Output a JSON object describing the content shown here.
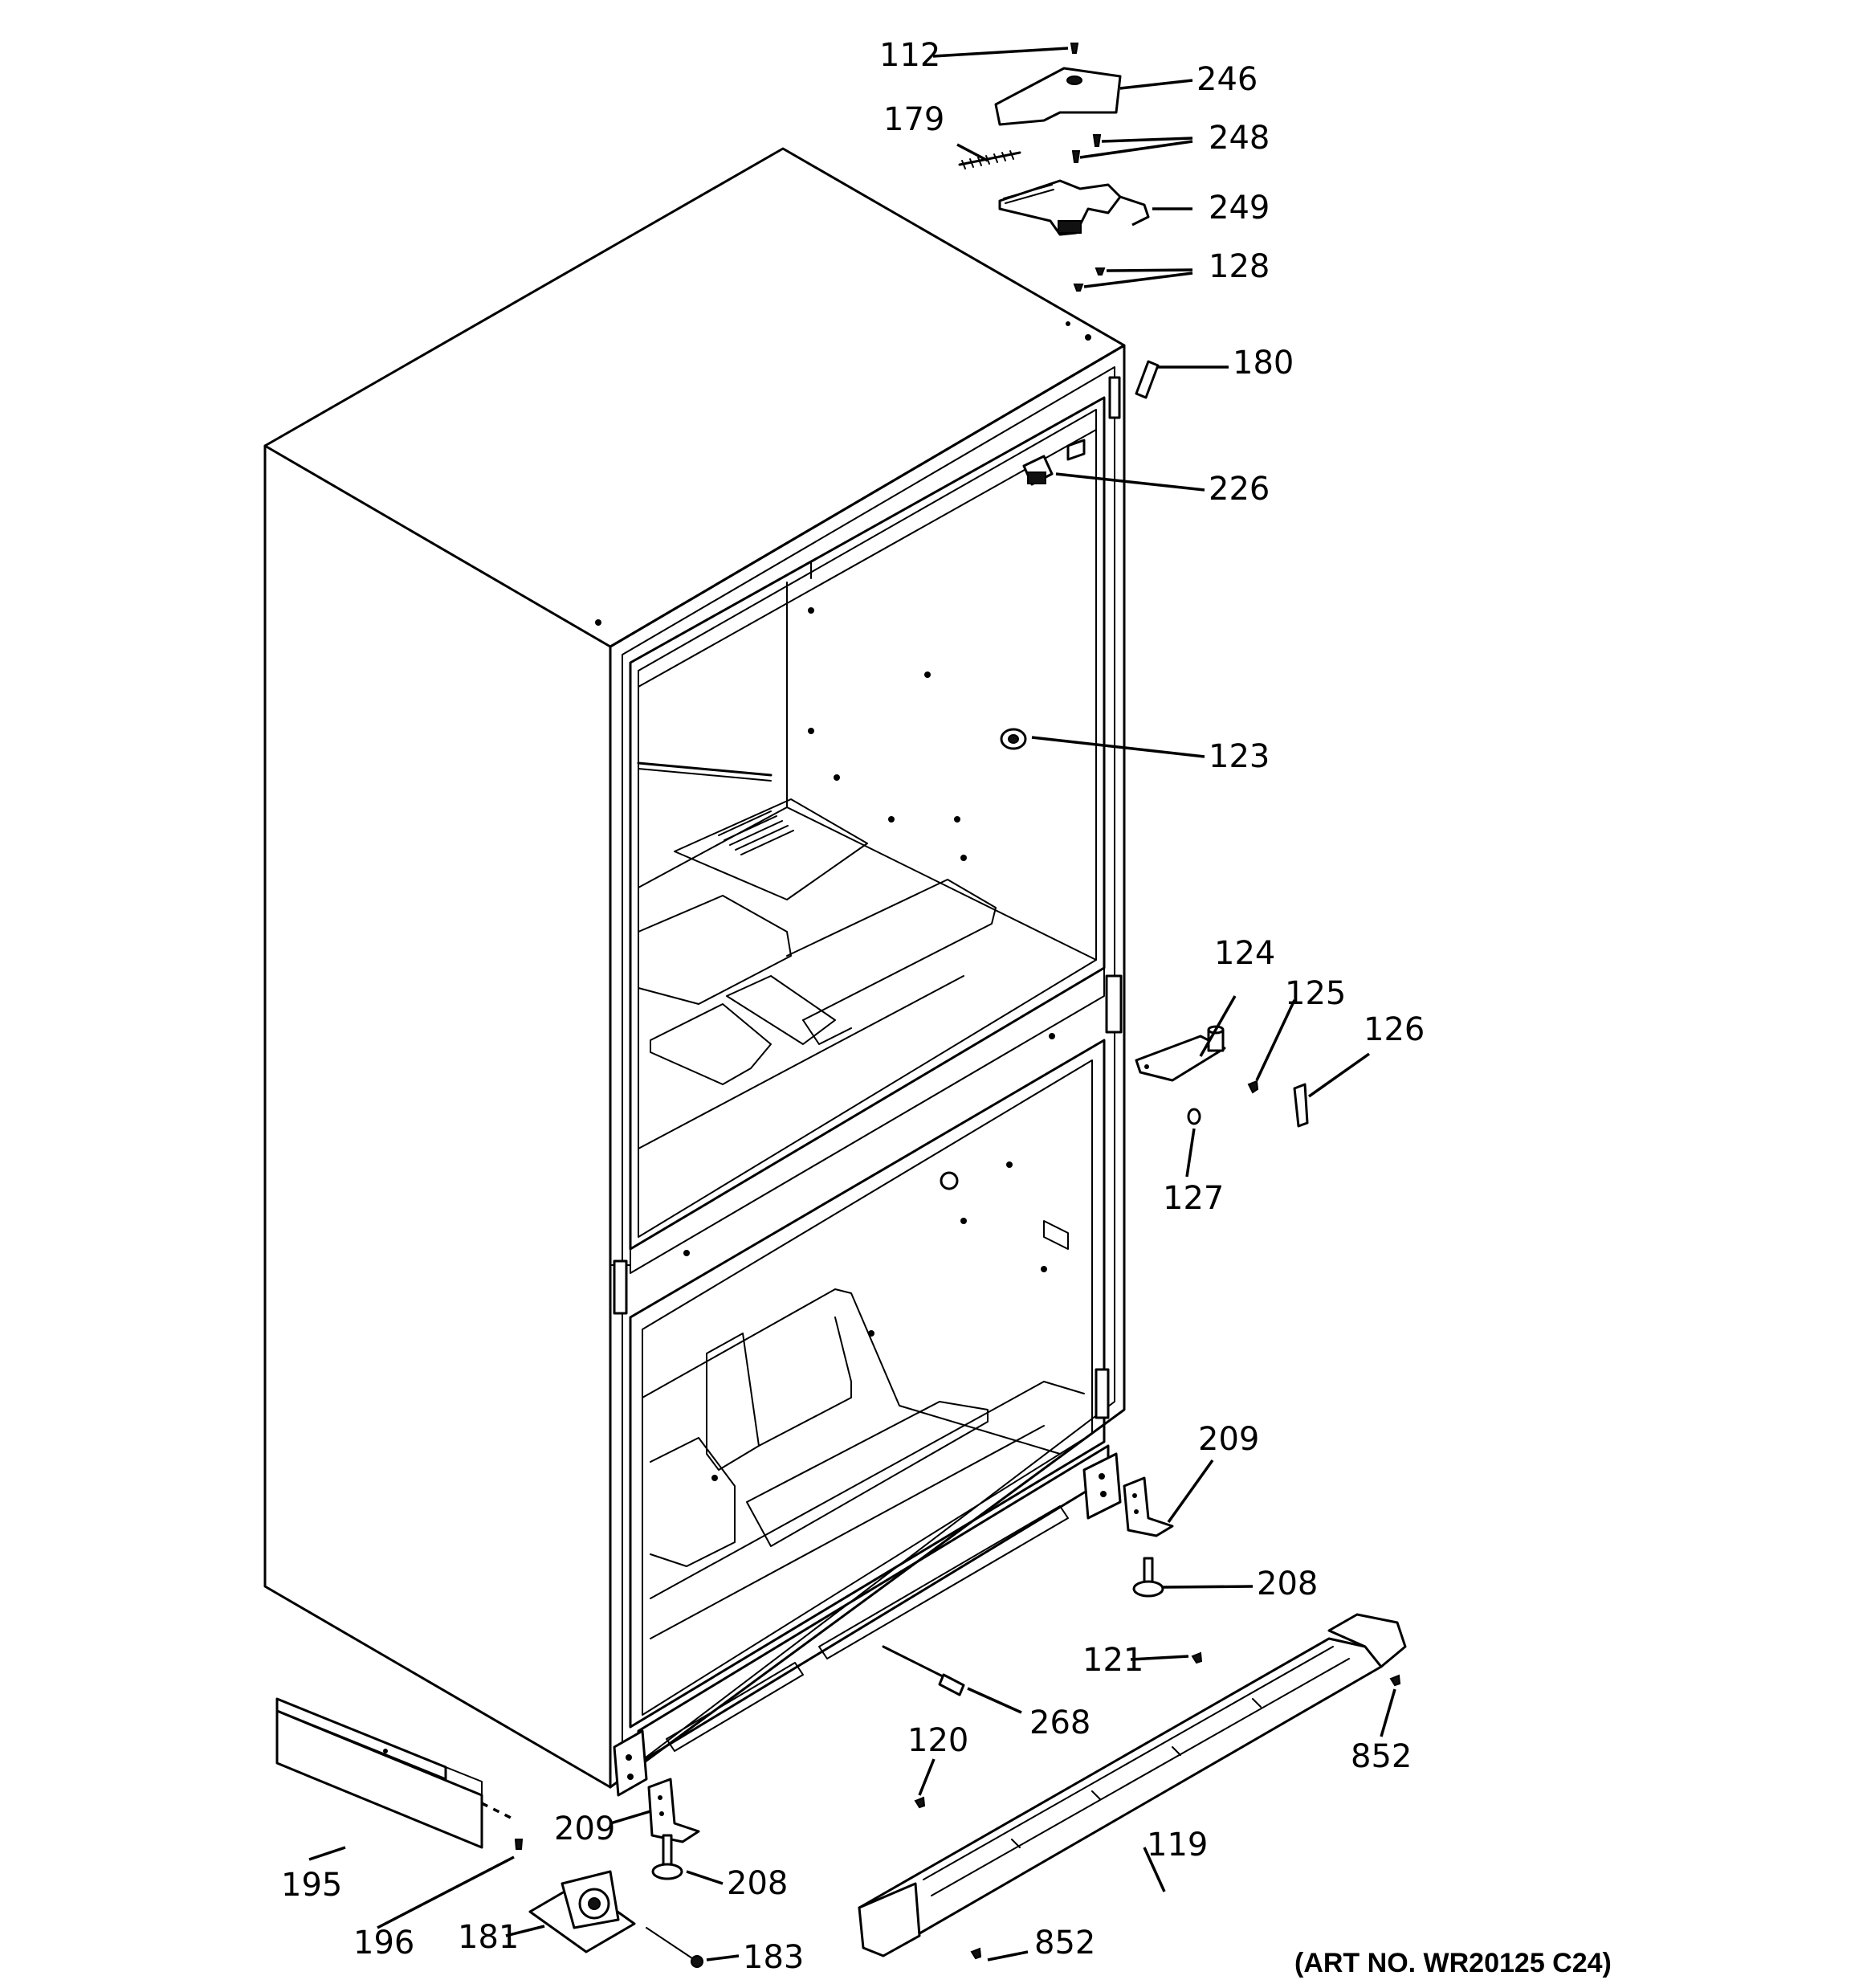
{
  "callouts": [
    {
      "label": "112"
    },
    {
      "label": "246"
    },
    {
      "label": "179"
    },
    {
      "label": "248"
    },
    {
      "label": "249"
    },
    {
      "label": "128"
    },
    {
      "label": "180"
    },
    {
      "label": "226"
    },
    {
      "label": "123"
    },
    {
      "label": "124"
    },
    {
      "label": "125"
    },
    {
      "label": "126"
    },
    {
      "label": "127"
    },
    {
      "label": "209"
    },
    {
      "label": "208"
    },
    {
      "label": "121"
    },
    {
      "label": "268"
    },
    {
      "label": "852"
    },
    {
      "label": "120"
    },
    {
      "label": "119"
    },
    {
      "label": "209"
    },
    {
      "label": "208"
    },
    {
      "label": "195"
    },
    {
      "label": "196"
    },
    {
      "label": "181"
    },
    {
      "label": "183"
    },
    {
      "label": "852"
    }
  ],
  "art_number": "(ART NO. WR20125 C24)"
}
